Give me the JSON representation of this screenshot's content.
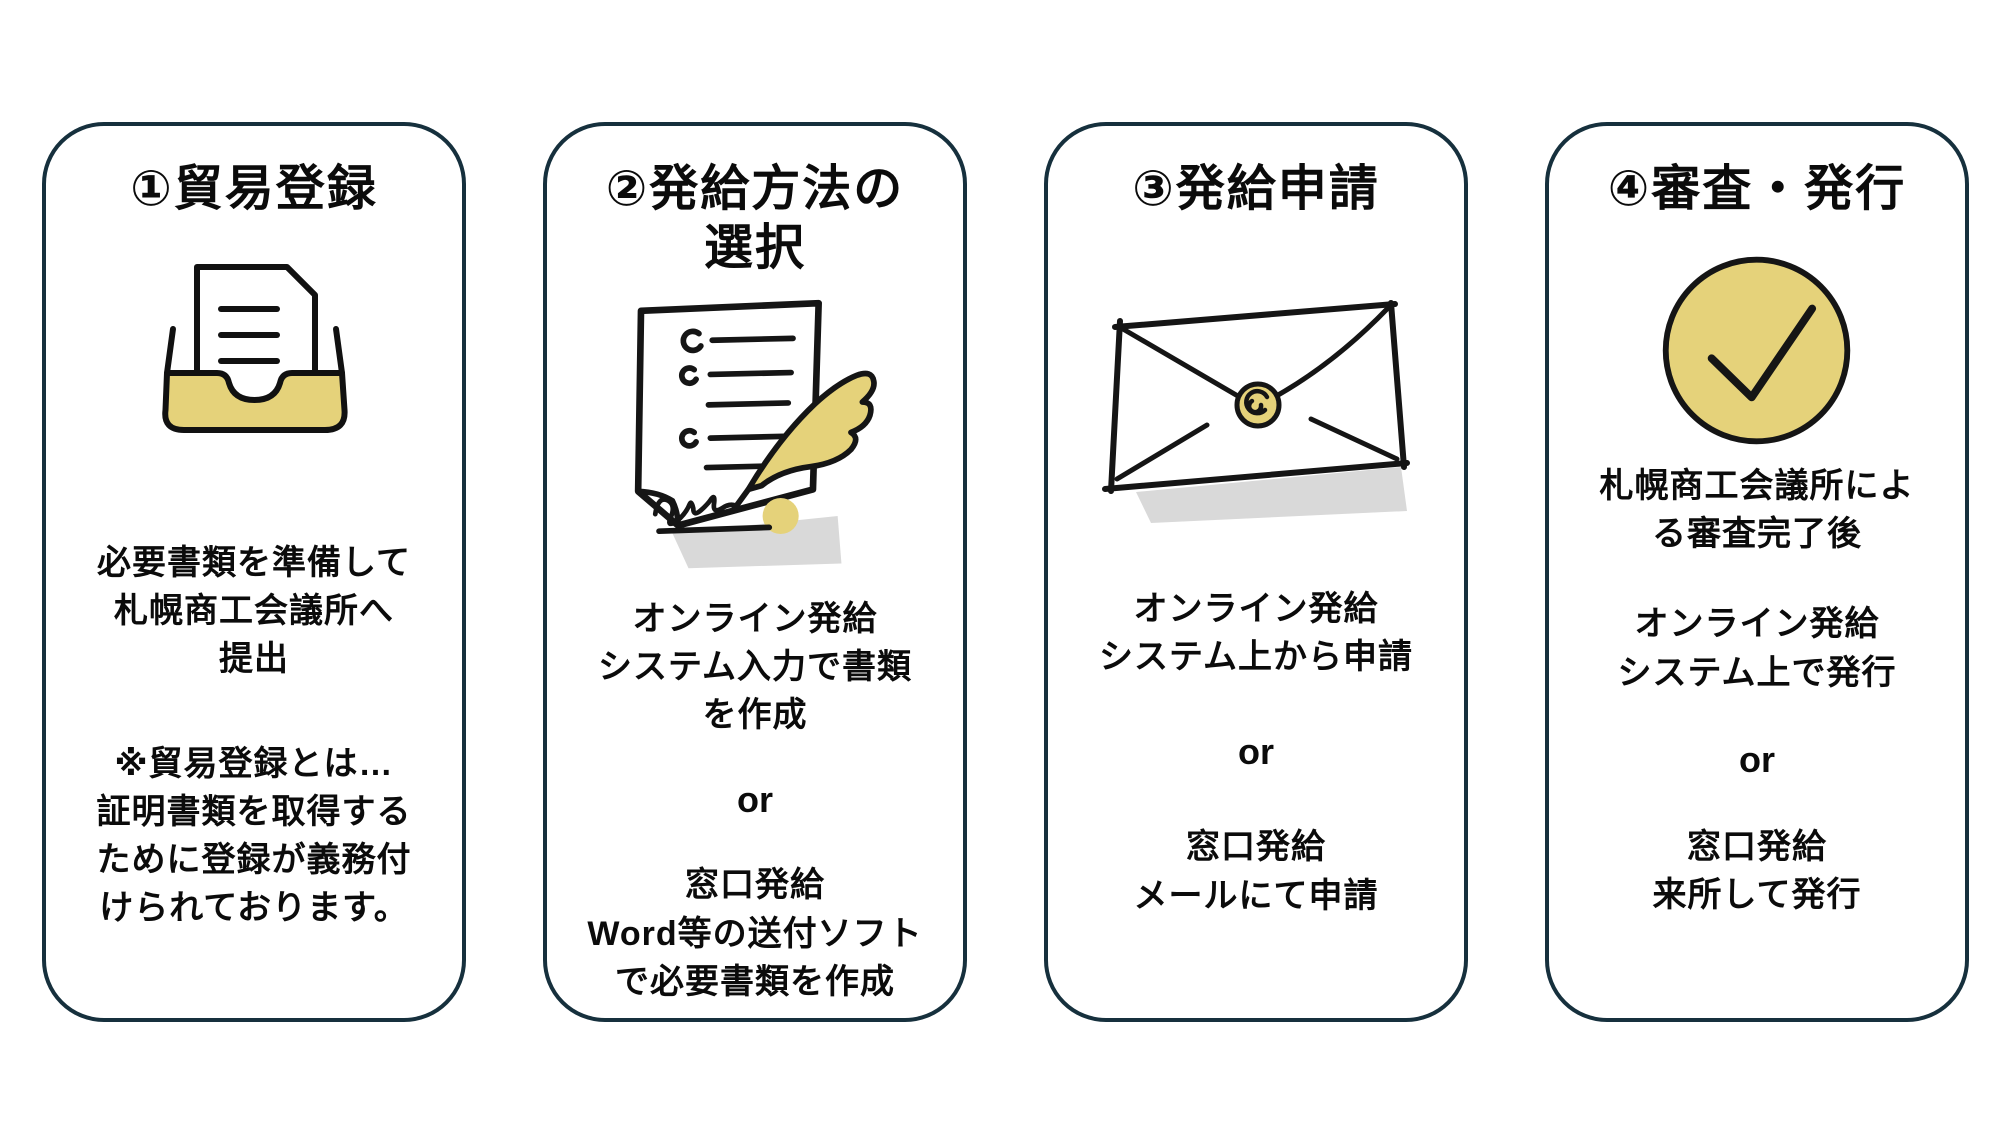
{
  "colors": {
    "card_border": "#16303d",
    "accent_yellow": "#e5d27a",
    "text": "#0b0b0b",
    "shadow_gray": "#d9d9d9"
  },
  "cards": [
    {
      "id": "trade-registration",
      "icon": "inbox-document-icon",
      "title_lines": [
        "①貿易登録"
      ],
      "body": [
        "必要書類を準備して",
        "札幌商工会議所へ",
        "提出"
      ],
      "note": [
        "※貿易登録とは…",
        "証明書類を取得する",
        "ために登録が義務付",
        "けられております。"
      ]
    },
    {
      "id": "issuance-method-selection",
      "icon": "document-quill-icon",
      "title_lines": [
        "②発給方法の",
        "選択"
      ],
      "option1": [
        "オンライン発給",
        "システム入力で書類",
        "を作成"
      ],
      "or_label": "or",
      "option2": [
        "窓口発給",
        "Word等の送付ソフト",
        "で必要書類を作成"
      ]
    },
    {
      "id": "issuance-application",
      "icon": "sealed-envelope-icon",
      "title_lines": [
        "③発給申請"
      ],
      "option1": [
        "オンライン発給",
        "システム上から申請"
      ],
      "or_label": "or",
      "option2": [
        "窓口発給",
        "メールにて申請"
      ]
    },
    {
      "id": "review-and-issue",
      "icon": "check-circle-icon",
      "title_lines": [
        "④審査・発行"
      ],
      "pre": [
        "札幌商工会議所によ",
        "る審査完了後"
      ],
      "option1": [
        "オンライン発給",
        "システム上で発行"
      ],
      "or_label": "or",
      "option2": [
        "窓口発給",
        "来所して発行"
      ]
    }
  ]
}
